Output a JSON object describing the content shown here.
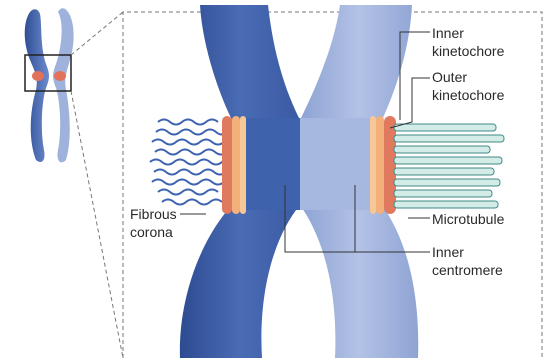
{
  "labels": {
    "inner_kinetochore_1": "Inner",
    "inner_kinetochore_2": "kinetochore",
    "outer_kinetochore_1": "Outer",
    "outer_kinetochore_2": "kinetochore",
    "fibrous_corona_1": "Fibrous",
    "fibrous_corona_2": "corona",
    "microtubule": "Microtubule",
    "inner_centromere_1": "Inner",
    "inner_centromere_2": "centromere"
  },
  "colors": {
    "chromatid_left": "#3d5fa8",
    "chromatid_right": "#9aaed8",
    "kinetochore_outer": "#e07a5f",
    "kinetochore_inner": "#f3b07a",
    "microtubule": "#cfe9e4",
    "microtubule_edge": "#3f8a84",
    "corona": "#4a6fb8",
    "zoom_box": "#777777"
  }
}
